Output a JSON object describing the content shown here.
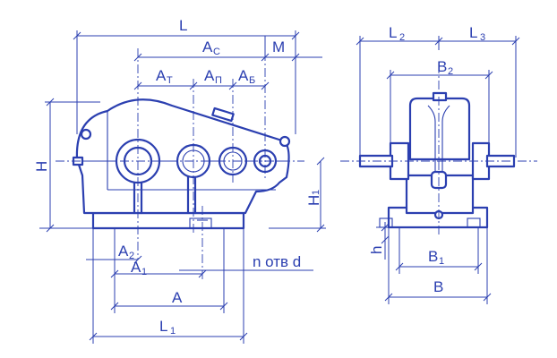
{
  "labels": {
    "L": "L",
    "Ac": "A",
    "Ac_sub": "C",
    "M": "M",
    "At": "A",
    "At_sub": "T",
    "Ap": "A",
    "Ap_sub": "П",
    "Ab": "A",
    "Ab_sub": "Б",
    "H": "H",
    "H1": "H",
    "H1_sub": "1",
    "A2": "A",
    "A2_sub": "2",
    "A1": "A",
    "A1_sub": "1",
    "A": "A",
    "L1": "L",
    "L1_sub": "1",
    "holes": "n отв d",
    "L2": "L",
    "L2_sub": "2",
    "L3": "L",
    "L3_sub": "3",
    "B2": "B",
    "B2_sub": "2",
    "h": "h",
    "B1": "B",
    "B1_sub": "1",
    "B": "B"
  },
  "colors": {
    "line": "#2b3fb0",
    "background": "#ffffff"
  }
}
